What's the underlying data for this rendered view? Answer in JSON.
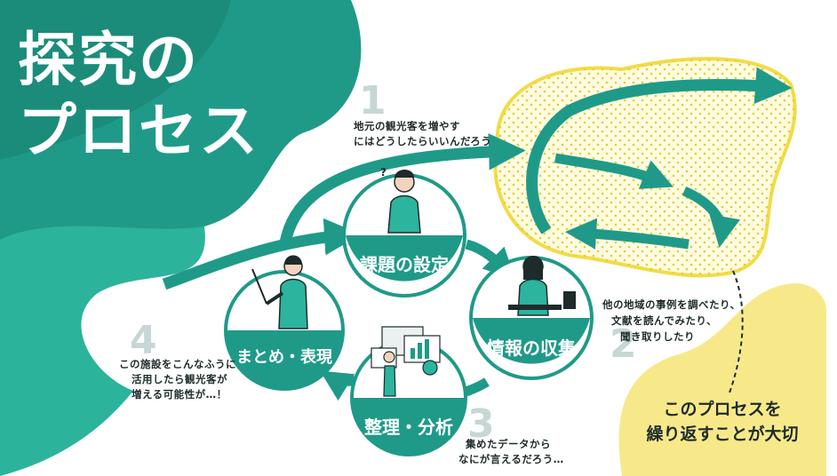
{
  "title": {
    "line1": "探究の",
    "line2": "プロセス"
  },
  "steps": [
    {
      "number": "1",
      "label": "課題の設定",
      "note": [
        "地元の観光客を増やす",
        "にはどうしたらいいんだろう"
      ]
    },
    {
      "number": "2",
      "label": "情報の収集",
      "note": [
        "他の地域の事例を調べたり、",
        "文献を読んでみたり、",
        "聞き取りしたり"
      ]
    },
    {
      "number": "3",
      "label": "整理・分析",
      "note": [
        "集めたデータから",
        "なにが言えるだろう…"
      ]
    },
    {
      "number": "4",
      "label": "まとめ・表現",
      "note": [
        "この施設をこんなふうに",
        "活用したら観光客が",
        "増える可能性が…！"
      ]
    }
  ],
  "key_message": {
    "line1": "このプロセスを",
    "line2": "繰り返すことが大切"
  },
  "colors": {
    "teal_dark": "#1f9a88",
    "teal_light": "#2cb49e",
    "yellow": "#f7e98a",
    "yellow_border": "#f2dc46",
    "text": "#1d2b2a"
  },
  "icons": [
    "person-thinking-icon",
    "person-pointing-icon",
    "person-reading-icon",
    "person-charts-icon",
    "arrow-icon"
  ]
}
